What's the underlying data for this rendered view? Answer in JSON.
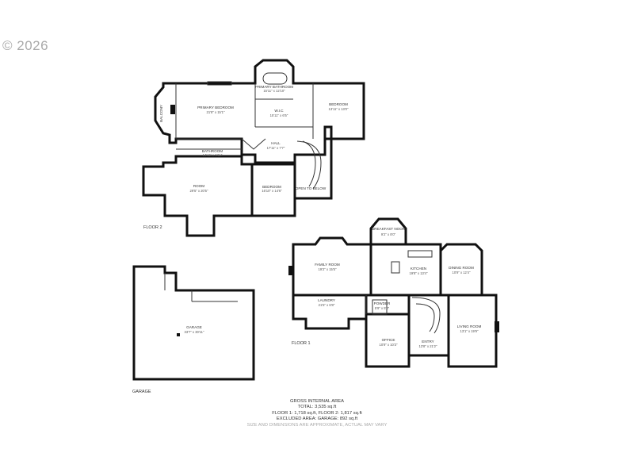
{
  "copyright": "© 2026",
  "floor_labels": {
    "floor2": "FLOOR 2",
    "floor1": "FLOOR 1",
    "garage": "GARAGE"
  },
  "rooms": {
    "primary_bedroom": {
      "name": "PRIMARY BEDROOM",
      "dims": "21'8\" x 15'1\""
    },
    "balcony": {
      "name": "BALCONY",
      "dims": ""
    },
    "primary_bathroom": {
      "name": "PRIMARY BATHROOM",
      "dims": "15'11\" x 12'10\""
    },
    "wic": {
      "name": "W.I.C",
      "dims": "15'11\" x 6'5\""
    },
    "bedroom1": {
      "name": "BEDROOM",
      "dims": "13'11\" x 13'0\""
    },
    "bathroom": {
      "name": "BATHROOM",
      "dims": "14'11\" x 6'11\""
    },
    "hall": {
      "name": "HALL",
      "dims": "17'11\" x 7'7\""
    },
    "room": {
      "name": "ROOM",
      "dims": "29'5\" x 20'5\""
    },
    "bedroom2": {
      "name": "BEDROOM",
      "dims": "16'10\" x 14'6\""
    },
    "open_to_below": {
      "name": "OPEN TO BELOW",
      "dims": ""
    },
    "breakfast_nook": {
      "name": "BREAKFAST NOOK",
      "dims": "9'2\" x 8'0\""
    },
    "family_room": {
      "name": "FAMILY ROOM",
      "dims": "19'2\" x 15'5\""
    },
    "kitchen": {
      "name": "KITCHEN",
      "dims": "19'8\" x 13'4\""
    },
    "dining_room": {
      "name": "DINING ROOM",
      "dims": "10'9\" x 12'4\""
    },
    "laundry": {
      "name": "LAUNDRY",
      "dims": "21'5\" x 6'8\""
    },
    "powder": {
      "name": "POWDER",
      "dims": "5'9\" x 5'0\""
    },
    "office": {
      "name": "OFFICE",
      "dims": "10'9\" x 10'3\""
    },
    "entry": {
      "name": "ENTRY",
      "dims": "13'8\" x 21'2\""
    },
    "living_room": {
      "name": "LIVING ROOM",
      "dims": "13'1\" x 19'9\""
    },
    "garage": {
      "name": "GARAGE",
      "dims": "33'7\" x 30'11\""
    }
  },
  "summary": {
    "title": "GROSS INTERNAL AREA",
    "total": "TOTAL: 3,535 sq.ft",
    "floors": "FLOOR 1: 1,718 sq.ft, FLOOR 2: 1,817 sq.ft",
    "excluded": "EXCLUDED AREA: GARAGE: 892 sq.ft",
    "note": "SIZE AND DIMENSIONS ARE APPROXIMATE, ACTUAL MAY VARY"
  }
}
